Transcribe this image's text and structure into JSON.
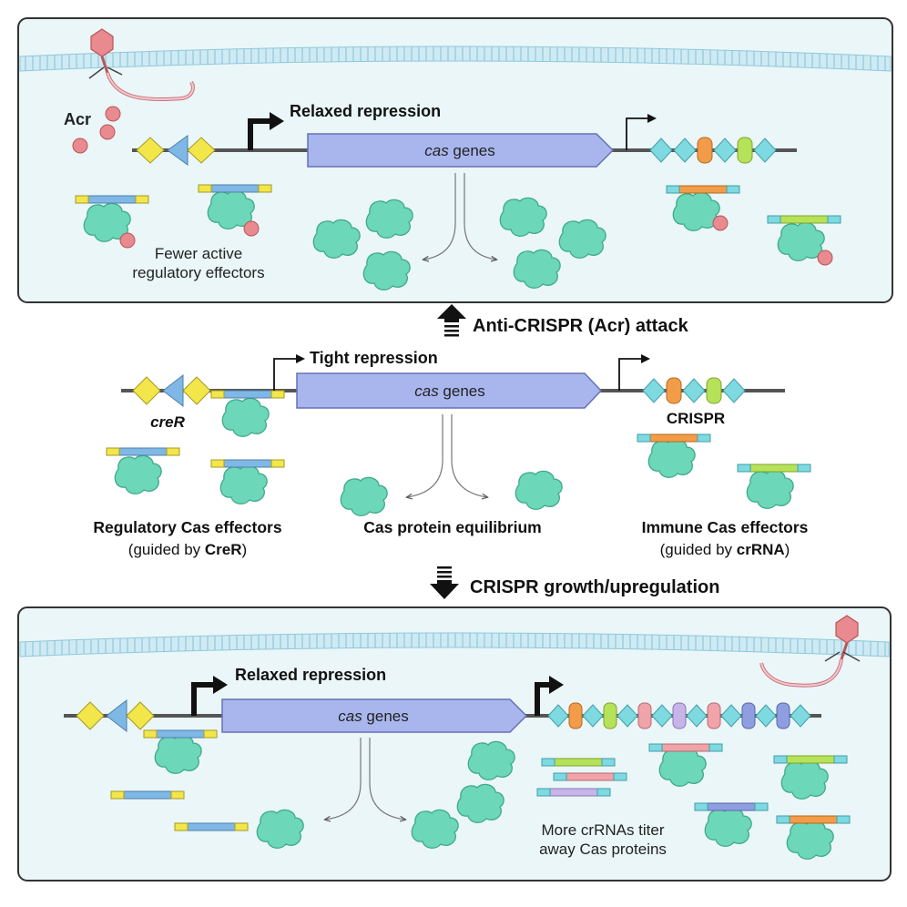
{
  "colors": {
    "panel_bg": "#eaf6f8",
    "panel_border": "#333333",
    "membrane": "#bfe2ee",
    "dna": "#555555",
    "cas_box": "#a9b6ee",
    "cas_box_stroke": "#6671b5",
    "cas_protein": "#6dd8b9",
    "cas_protein_stroke": "#3fa98a",
    "yellow": "#f2e64b",
    "blue": "#7fb8e6",
    "teal": "#7fd9e0",
    "orange": "#f29c4a",
    "green": "#b6e25a",
    "pink": "#f0a3a8",
    "lavender": "#c7b5ea",
    "periwinkle": "#8e9ee0",
    "acr": "#e88a8f"
  },
  "top_panel": {
    "acr_label": "Acr",
    "promoter_label": "Relaxed repression",
    "cas_label_italic": "cas",
    "cas_label_rest": " genes",
    "effectors_caption_line1": "Fewer active",
    "effectors_caption_line2": "regulatory effectors"
  },
  "arrow_up_label": "Anti-CRISPR (Acr) attack",
  "middle": {
    "promoter_label": "Tight repression",
    "cas_label_italic": "cas",
    "cas_label_rest": " genes",
    "crer_label": "creR",
    "crispr_label": "CRISPR",
    "regulatory_title": "Regulatory Cas effectors",
    "regulatory_sub_pre": "(guided by ",
    "regulatory_sub_bold": "CreR",
    "regulatory_sub_post": ")",
    "equilibrium_title": "Cas protein equilibrium",
    "immune_title": "Immune Cas effectors",
    "immune_sub_pre": "(guided by ",
    "immune_sub_bold": "crRNA",
    "immune_sub_post": ")"
  },
  "arrow_down_label": "CRISPR growth/upregulation",
  "bottom_panel": {
    "promoter_label": "Relaxed repression",
    "cas_label_italic": "cas",
    "cas_label_rest": " genes",
    "caption_line1": "More crRNAs titer",
    "caption_line2": "away Cas proteins"
  }
}
